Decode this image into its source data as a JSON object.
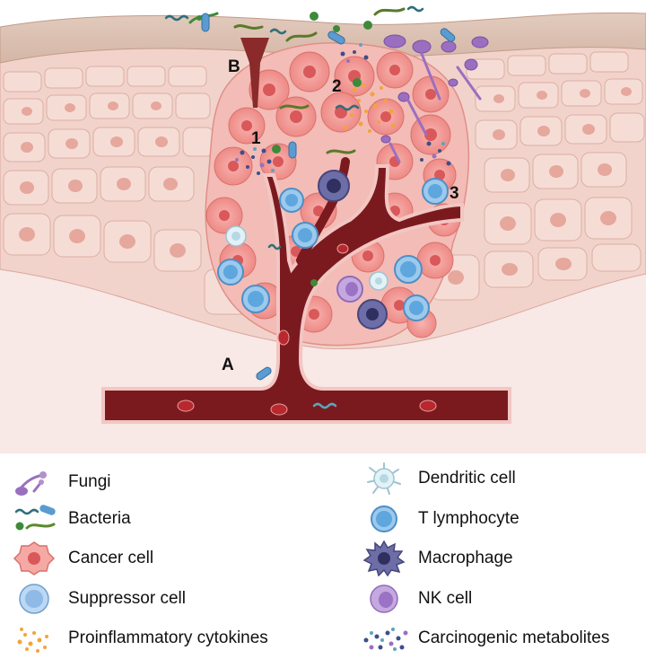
{
  "figure": {
    "markers": {
      "a": "A",
      "b": "B",
      "one": "1",
      "two": "2",
      "three": "3"
    }
  },
  "legend": {
    "left": [
      {
        "label": "Fungi",
        "icon": "fungi-icon"
      },
      {
        "label": "Bacteria",
        "icon": "bacteria-icon"
      },
      {
        "label": "Cancer cell",
        "icon": "cancer-cell-icon"
      },
      {
        "label": "Suppressor cell",
        "icon": "suppressor-cell-icon"
      },
      {
        "label": "Proinflammatory cytokines",
        "icon": "cytokines-icon"
      }
    ],
    "right": [
      {
        "label": "Dendritic cell",
        "icon": "dendritic-cell-icon"
      },
      {
        "label": "T lymphocyte",
        "icon": "t-lymphocyte-icon"
      },
      {
        "label": "Macrophage",
        "icon": "macrophage-icon"
      },
      {
        "label": "NK cell",
        "icon": "nk-cell-icon"
      },
      {
        "label": "Carcinogenic metabolites",
        "icon": "metabolites-icon"
      }
    ]
  },
  "colors": {
    "skin_surface": "#d9c1b3",
    "tissue": "#f3d6cf",
    "vessel": "#7a1a1f",
    "vessel_edge": "#f2c6c2",
    "cancer_cell": "#f08a8a",
    "t_lymphocyte": "#6aaede",
    "macrophage": "#5b5c96",
    "nk_cell": "#b391cf",
    "dendritic": "#d6ecf2",
    "fungi": "#9b6fbf",
    "cytokines": "#f2a43a"
  }
}
